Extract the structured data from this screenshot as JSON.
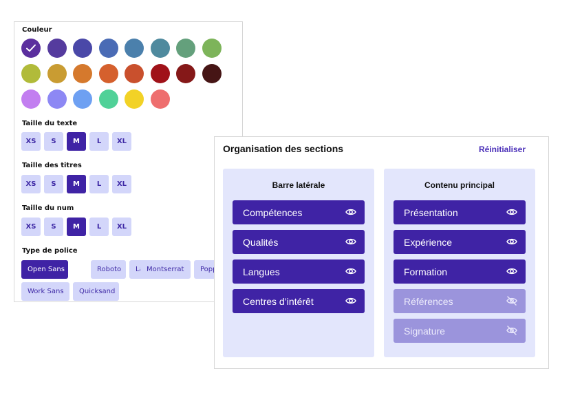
{
  "style_panel": {
    "color_label": "Couleur",
    "colors": [
      "#5b2f9e",
      "#553b9e",
      "#4a48a8",
      "#4a6bb5",
      "#4b80ac",
      "#4f8a9e",
      "#64a07c",
      "#7db45a",
      "#b1bb3a",
      "#c99c32",
      "#d5792d",
      "#d5602d",
      "#c9502d",
      "#a01219",
      "#851818",
      "#461515",
      "#c27ef0",
      "#8d88f4",
      "#6ea0f2",
      "#50d198",
      "#f2d226",
      "#ee6e6e"
    ],
    "selected_color_index": 0,
    "text_size": {
      "label": "Taille du texte",
      "options": [
        "XS",
        "S",
        "M",
        "L",
        "XL"
      ],
      "selected": "M"
    },
    "title_size": {
      "label": "Taille des titres",
      "options": [
        "XS",
        "S",
        "M",
        "L",
        "XL"
      ],
      "selected": "M"
    },
    "num_size": {
      "label": "Taille du num",
      "options": [
        "XS",
        "S",
        "M",
        "L",
        "XL"
      ],
      "selected": "M"
    },
    "font_type": {
      "label": "Type de police",
      "options": [
        "Open Sans",
        "Roboto",
        "Lato",
        "Montserrat",
        "Popp",
        "Work Sans",
        "Quicksand"
      ],
      "selected": "Open Sans"
    }
  },
  "sections_panel": {
    "title": "Organisation des sections",
    "reset_label": "Réinitialiser",
    "sidebar": {
      "title": "Barre latérale",
      "items": [
        {
          "label": "Compétences",
          "visible": true
        },
        {
          "label": "Qualités",
          "visible": true
        },
        {
          "label": "Langues",
          "visible": true
        },
        {
          "label": "Centres d’intérêt",
          "visible": true
        }
      ]
    },
    "main": {
      "title": "Contenu principal",
      "items": [
        {
          "label": "Présentation",
          "visible": true
        },
        {
          "label": "Expérience",
          "visible": true
        },
        {
          "label": "Formation",
          "visible": true
        },
        {
          "label": "Références",
          "visible": false
        },
        {
          "label": "Signature",
          "visible": false
        }
      ]
    }
  }
}
